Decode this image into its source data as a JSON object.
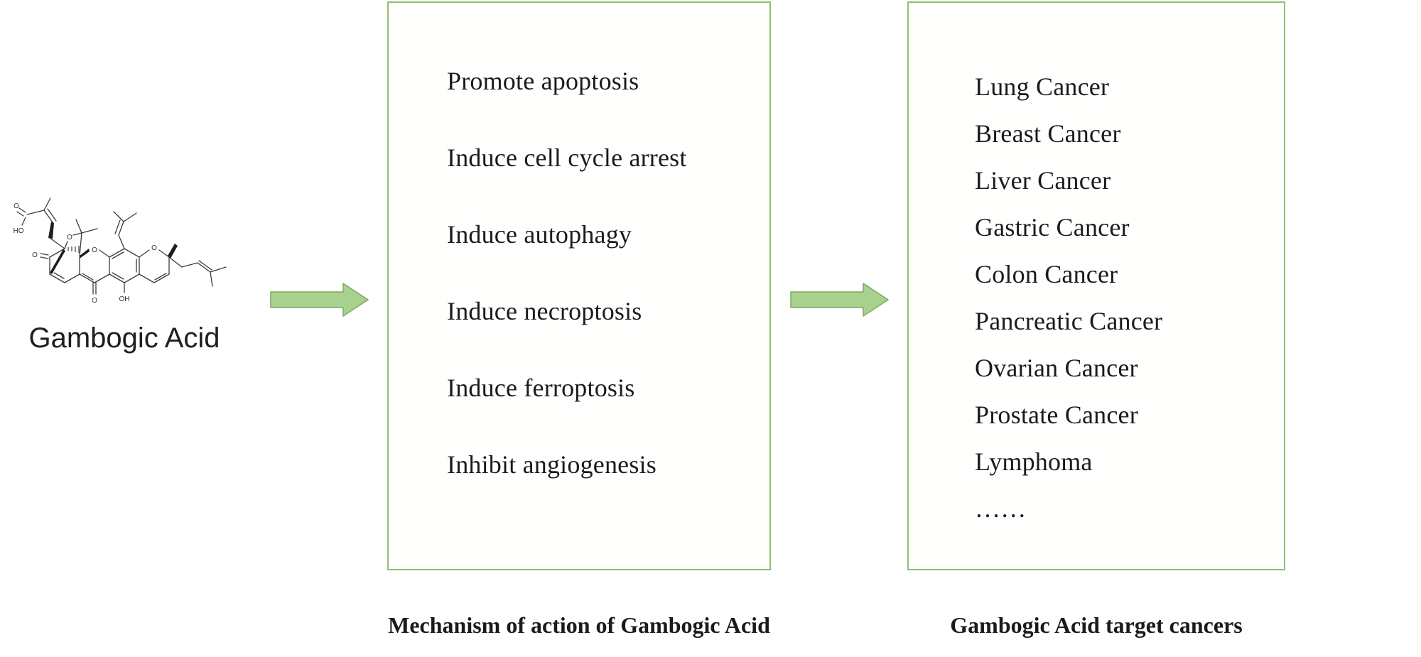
{
  "molecule": {
    "label": "Gambogic Acid",
    "atom_labels": {
      "acid_o": "O",
      "acid_ho": "HO",
      "ketone_o": "O",
      "bridge_o": "O",
      "cage_ring_o": "O",
      "pyran_o": "O",
      "carbonyl_o": "O",
      "phenol_oh": "OH"
    }
  },
  "mechanism_box": {
    "items": [
      "Promote apoptosis",
      "Induce cell cycle arrest",
      "Induce autophagy",
      "Induce necroptosis",
      "Induce ferroptosis",
      "Inhibit angiogenesis"
    ],
    "caption": "Mechanism of action of Gambogic Acid"
  },
  "targets_box": {
    "items": [
      "Lung Cancer",
      "Breast Cancer",
      "Liver Cancer",
      "Gastric Cancer",
      "Colon Cancer",
      "Pancreatic Cancer",
      "Ovarian Cancer",
      "Prostate Cancer",
      "Lymphoma",
      "……"
    ],
    "caption": "Gambogic Acid target cancers"
  },
  "colors": {
    "box_border": "#8fbf72",
    "arrow_fill": "#a9d18e",
    "arrow_stroke": "#7fa861",
    "ink": "#1b1b1b"
  }
}
